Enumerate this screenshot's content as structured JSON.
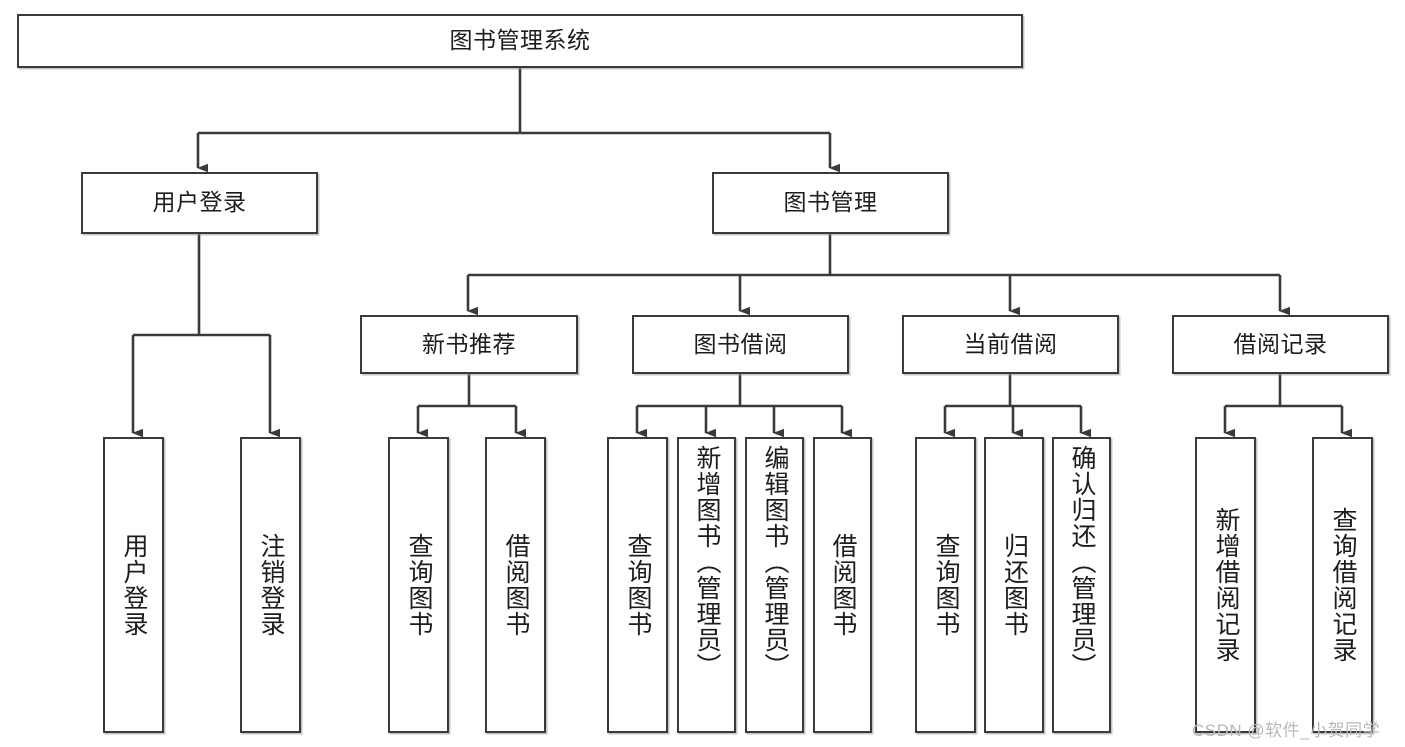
{
  "diagram": {
    "type": "tree-hierarchy",
    "title": "图书管理系统",
    "root": {
      "label": "图书管理系统"
    },
    "level2": [
      {
        "id": "user-login",
        "label": "用户登录"
      },
      {
        "id": "book-management",
        "label": "图书管理"
      }
    ],
    "level3": [
      {
        "id": "new-book-recommend",
        "label": "新书推荐",
        "parent": "book-management"
      },
      {
        "id": "book-borrow",
        "label": "图书借阅",
        "parent": "book-management"
      },
      {
        "id": "current-borrow",
        "label": "当前借阅",
        "parent": "book-management"
      },
      {
        "id": "borrow-record",
        "label": "借阅记录",
        "parent": "book-management"
      }
    ],
    "leaves": {
      "user_login": [
        {
          "id": "leaf-user-login",
          "label": "用户登录"
        },
        {
          "id": "leaf-user-logout",
          "label": "注销登录"
        }
      ],
      "new_book_recommend": [
        {
          "id": "leaf-query-book-1",
          "label": "查询图书"
        },
        {
          "id": "leaf-borrow-book-1",
          "label": "借阅图书"
        }
      ],
      "book_borrow": [
        {
          "id": "leaf-query-book-2",
          "label": "查询图书"
        },
        {
          "id": "leaf-add-book",
          "label": "新增图书（管理员）"
        },
        {
          "id": "leaf-edit-book",
          "label": "编辑图书（管理员）"
        },
        {
          "id": "leaf-borrow-book-2",
          "label": "借阅图书"
        }
      ],
      "current_borrow": [
        {
          "id": "leaf-query-book-3",
          "label": "查询图书"
        },
        {
          "id": "leaf-return-book",
          "label": "归还图书"
        },
        {
          "id": "leaf-confirm-return",
          "label": "确认归还（管理员）"
        }
      ],
      "borrow_record": [
        {
          "id": "leaf-add-record",
          "label": "新增借阅记录"
        },
        {
          "id": "leaf-query-record",
          "label": "查询借阅记录"
        }
      ]
    },
    "colors": {
      "border": "#3a3a3a",
      "background": "#ffffff",
      "text": "#1d1d1d",
      "connector": "#3a3a3a",
      "watermark": "#b9b9b9"
    }
  },
  "watermark": {
    "text": "CSDN @软件_小贺同学"
  }
}
